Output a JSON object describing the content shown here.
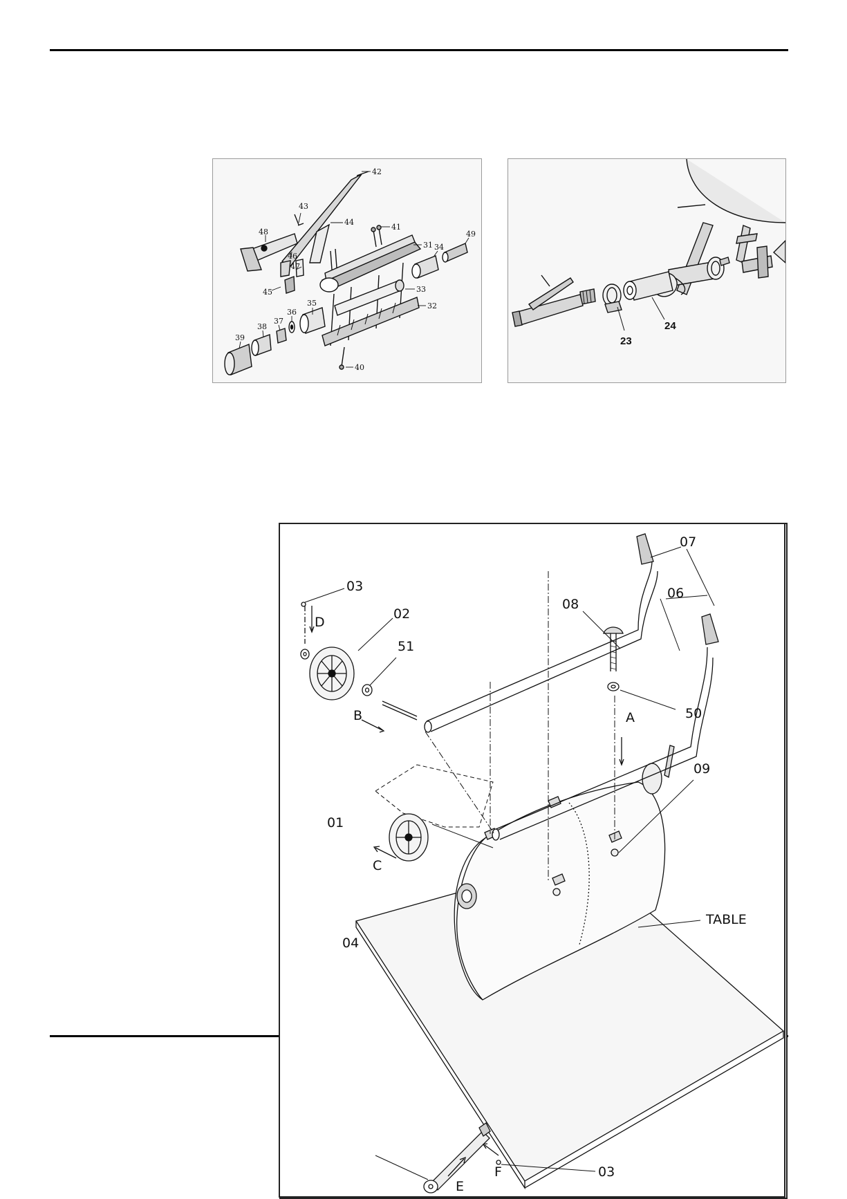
{
  "colors": {
    "rule": "#000000",
    "line": "#111111",
    "panel_border": "#9a9a9a",
    "panel_bg": "#f7f7f7"
  },
  "figure1": {
    "labels": {
      "p42": "42",
      "p43": "43",
      "p44": "44",
      "p41": "41",
      "p31": "31",
      "p34": "34",
      "p49": "49",
      "p48": "48",
      "p46": "46",
      "p47": "47",
      "p45": "45",
      "p33": "33",
      "p35": "35",
      "p36": "36",
      "p37": "37",
      "p38": "38",
      "p39": "39",
      "p32": "32",
      "p40": "40"
    }
  },
  "figure2": {
    "labels": {
      "p23": "23",
      "p24": "24"
    }
  },
  "figure3": {
    "labels": {
      "p03_top": "03",
      "p02": "02",
      "p51": "51",
      "p07": "07",
      "p06": "06",
      "p08": "08",
      "p50": "50",
      "p09": "09",
      "p01": "01",
      "p04": "04",
      "p03_bottom": "03",
      "table": "TABLE",
      "arrow_a": "A",
      "arrow_b": "B",
      "arrow_c": "C",
      "arrow_d": "D",
      "arrow_e": "E",
      "arrow_f": "F"
    }
  }
}
